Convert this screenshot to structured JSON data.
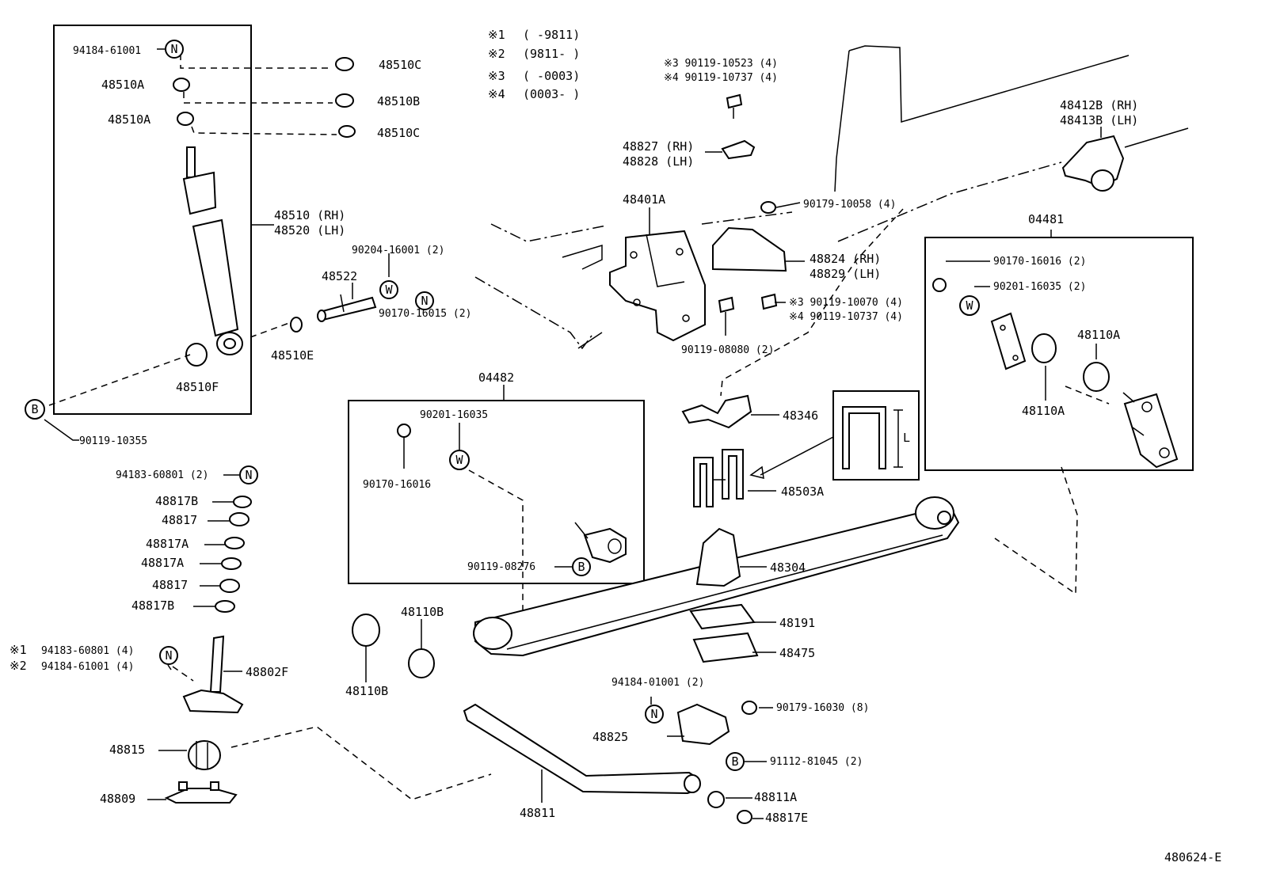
{
  "notes": [
    {
      "mark": "※1",
      "range": "(      -9811)"
    },
    {
      "mark": "※2",
      "range": "(9811-      )"
    },
    {
      "mark": "※3",
      "range": "(      -0003)"
    },
    {
      "mark": "※4",
      "range": "(0003-      )"
    }
  ],
  "codes": {
    "N": "N",
    "W": "W",
    "B": "B"
  },
  "parts": {
    "p94184_61001": "94184-61001",
    "p48510C_a": "48510C",
    "p48510A_a": "48510A",
    "p48510B": "48510B",
    "p48510A_b": "48510A",
    "p48510C_b": "48510C",
    "p48510_rh": "48510 (RH)",
    "p48520_lh": "48520 (LH)",
    "p48510E": "48510E",
    "p48510F": "48510F",
    "p90119_10355": "90119-10355",
    "p90204_16001": "90204-16001 (2)",
    "p48522": "48522",
    "p90170_16015": "90170-16015 (2)",
    "p3_90119_10523": "※3 90119-10523 (4)",
    "p4_90119_10737a": "※4 90119-10737 (4)",
    "p48827": "48827 (RH)",
    "p48828": "48828 (LH)",
    "p48401A": "48401A",
    "p90179_10058": "90179-10058 (4)",
    "p48412B": "48412B (RH)",
    "p48413B": "48413B (LH)",
    "p48824": "48824 (RH)",
    "p48829": "48829 (LH)",
    "p3_90119_10070": "※3 90119-10070 (4)",
    "p4_90119_10737b": "※4 90119-10737 (4)",
    "p90119_08080": "90119-08080 (2)",
    "p04481": "04481",
    "p90170_16016_2": "90170-16016 (2)",
    "p90201_16035_2": "90201-16035 (2)",
    "p48110A_a": "48110A",
    "p48110A_b": "48110A",
    "p04482": "04482",
    "p90201_16035": "90201-16035",
    "p90170_16016": "90170-16016",
    "p90119_08276": "90119-08276",
    "p48346": "48346",
    "pL": "L",
    "p48503A": "48503A",
    "p94183_60801": "94183-60801 (2)",
    "p48817B_a": "48817B",
    "p48817_a": "48817",
    "p48817A_a": "48817A",
    "p48817A_b": "48817A",
    "p48817_b": "48817",
    "p48817B_b": "48817B",
    "p48110B_a": "48110B",
    "p48110B_b": "48110B",
    "p48304": "48304",
    "p48191": "48191",
    "p48475": "48475",
    "p1_94183_60801": "94183-60801 (4)",
    "p2_94184_61001": "94184-61001 (4)",
    "mark1": "※1",
    "mark2": "※2",
    "p48802F": "48802F",
    "p94184_01001": "94184-01001 (2)",
    "p90179_16030": "90179-16030 (8)",
    "p48825": "48825",
    "p91112_81045": "91112-81045 (2)",
    "p48815": "48815",
    "p48809": "48809",
    "p48811": "48811",
    "p48811A": "48811A",
    "p48817E": "48817E"
  },
  "figure_id": "480624-E"
}
